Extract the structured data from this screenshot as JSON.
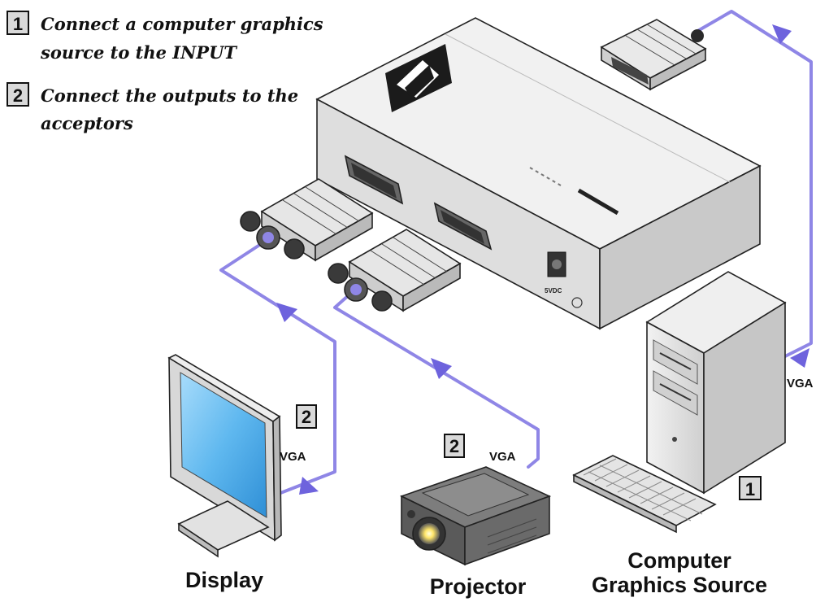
{
  "instructions": [
    {
      "number": "1",
      "line1": "Connect a computer graphics",
      "line2": "source to the INPUT"
    },
    {
      "number": "2",
      "line1": "Connect the outputs to the",
      "line2": "acceptors"
    }
  ],
  "device": {
    "power_label": "5VDC"
  },
  "cables": {
    "vga_label": "VGA"
  },
  "destinations": {
    "display": {
      "label": "Display",
      "step": "2"
    },
    "projector": {
      "label": "Projector",
      "step": "2"
    },
    "source": {
      "label_line1": "Computer",
      "label_line2": "Graphics Source",
      "step": "1"
    }
  },
  "colors": {
    "cable": "#8f86e6",
    "arrow": "#6e63dd",
    "screen": "#5fb8ef",
    "device_body": "#e6e6e6"
  }
}
